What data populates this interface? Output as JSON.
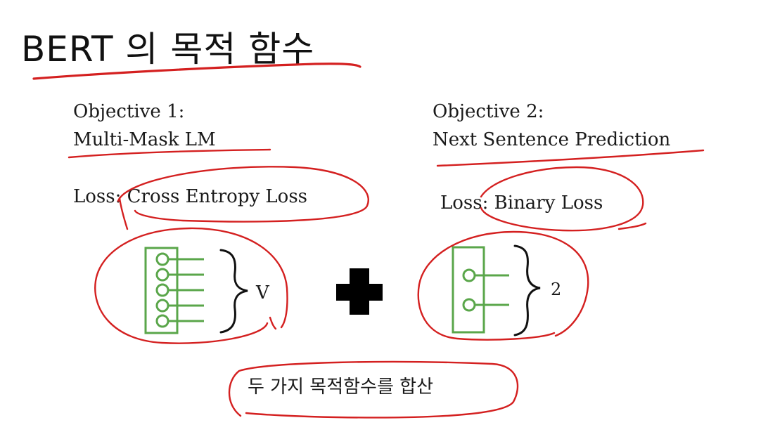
{
  "slide": {
    "title": "BERT 의 목적 함수",
    "objective1": {
      "heading": "Objective 1:",
      "name": "Multi-Mask LM",
      "loss_prefix": "Loss:",
      "loss_name": "Cross Entropy Loss",
      "output_size": "V",
      "output_nodes": 5
    },
    "objective2": {
      "heading": "Objective 2:",
      "name": "Next Sentence Prediction",
      "loss_prefix": "Loss:",
      "loss_name": "Binary Loss",
      "output_size": "2",
      "output_nodes": 2
    },
    "summary": "두 가지 목적함수를 합산",
    "colors": {
      "annotation": "#d42020",
      "network": "#5aa64a",
      "text": "#1a1a1a"
    },
    "icons": {
      "plus": "plus-icon"
    }
  }
}
